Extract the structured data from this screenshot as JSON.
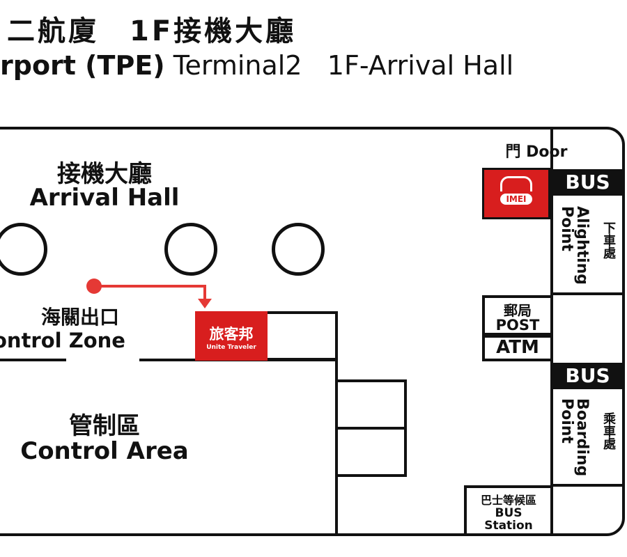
{
  "header": {
    "title_zh": "二航廈　1F接機大廳",
    "title_en_bold": "rport (TPE)",
    "title_en_terminal": "Terminal2",
    "title_en_hall": "1F-Arrival Hall"
  },
  "map": {
    "arrival_hall_zh": "接機大廳",
    "arrival_hall_en": "Arrival Hall",
    "customs_zh": "海關出口",
    "customs_en": "ontrol Zone",
    "control_area_zh": "管制區",
    "control_area_en": "Control Area",
    "door_label": "門 Door",
    "imei_logo_text": "IMEI",
    "unite_logo_zh": "旅客邦",
    "unite_logo_en": "Unite Traveler",
    "bus_top": "BUS",
    "alighting_en": "Alighting Point",
    "alighting_zh": "下車處",
    "post_zh": "郵局",
    "post_en": "POST",
    "atm": "ATM",
    "bus_bottom": "BUS",
    "boarding_en": "Boarding Point",
    "boarding_zh": "乘車處",
    "bus_station_zh": "巴士等候區",
    "bus_station_en_1": "BUS",
    "bus_station_en_2": "Station"
  },
  "colors": {
    "brand_red": "#d81e1e",
    "route_red": "#e53935",
    "ink": "#111111"
  }
}
